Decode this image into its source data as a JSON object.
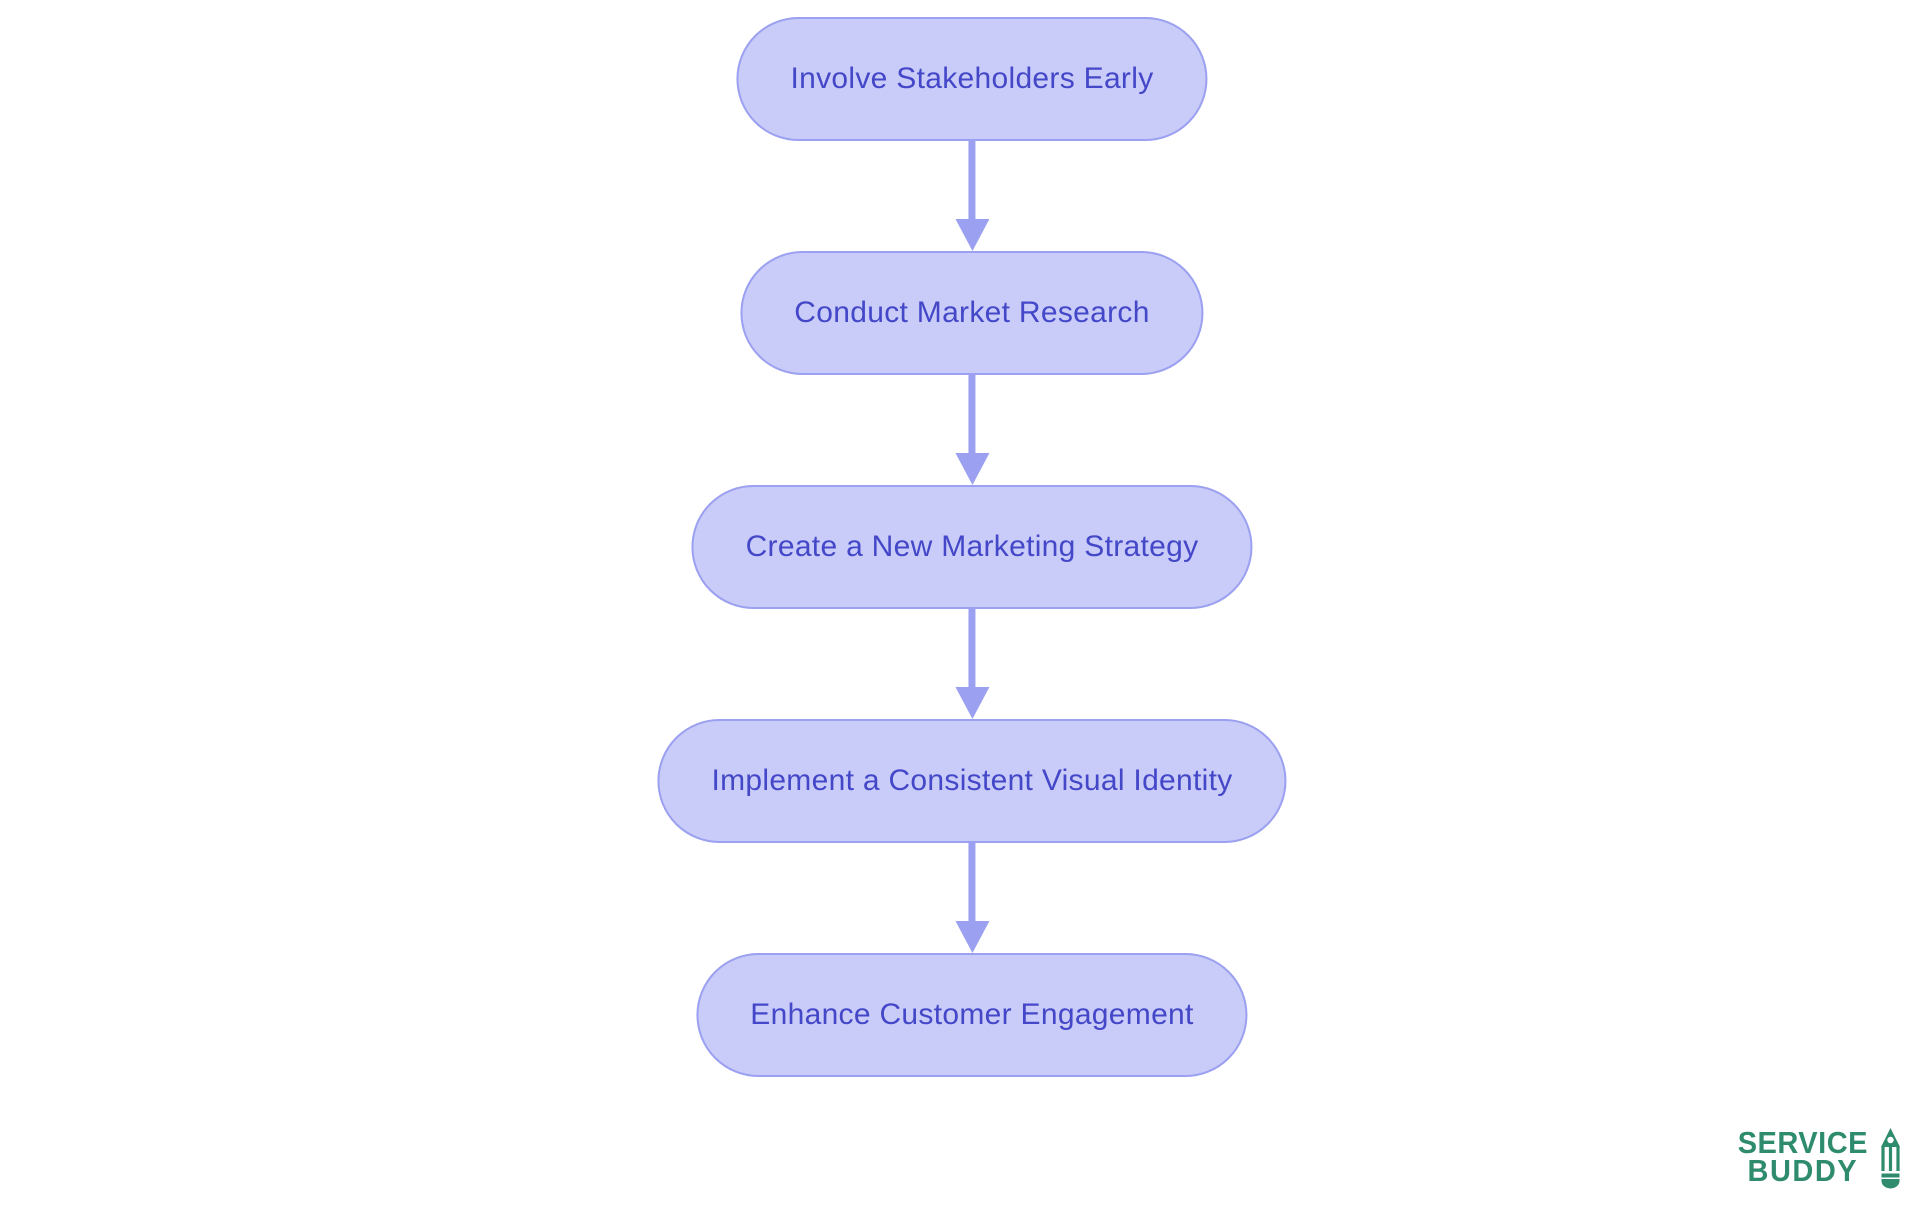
{
  "background_color": "#ffffff",
  "flowchart": {
    "type": "flowchart",
    "direction": "top-to-bottom",
    "nodes": [
      {
        "id": "n1",
        "label": "Involve Stakeholders Early"
      },
      {
        "id": "n2",
        "label": "Conduct Market Research"
      },
      {
        "id": "n3",
        "label": "Create a New Marketing Strategy"
      },
      {
        "id": "n4",
        "label": "Implement a Consistent Visual Identity"
      },
      {
        "id": "n5",
        "label": "Enhance Customer Engagement"
      }
    ],
    "edges": [
      {
        "from": "n1",
        "to": "n2"
      },
      {
        "from": "n2",
        "to": "n3"
      },
      {
        "from": "n3",
        "to": "n4"
      },
      {
        "from": "n4",
        "to": "n5"
      }
    ],
    "colors": {
      "node_fill": "#c9ccf8",
      "node_border": "#9ba0f0",
      "node_text": "#4347c8",
      "arrow": "#9ba1f0"
    }
  },
  "logo": {
    "line1": "SERVICE",
    "line2": "BUDDY",
    "color": "#2e8b6e",
    "icon": "pencil-icon"
  }
}
